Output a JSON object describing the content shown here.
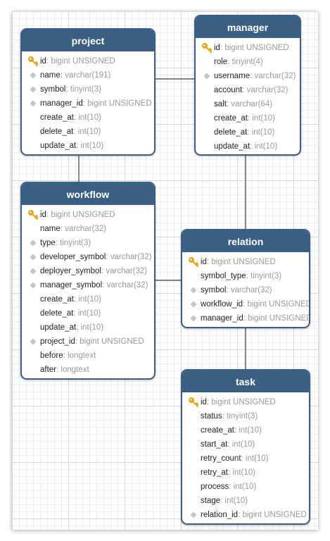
{
  "tables": [
    {
      "id": "project",
      "name": "project",
      "fields": [
        {
          "name": "id",
          "type": "bigint UNSIGNED",
          "icon": "key-icon"
        },
        {
          "name": "name",
          "type": "varchar(191)",
          "icon": "diamond-icon"
        },
        {
          "name": "symbol",
          "type": "tinyint(3)",
          "icon": "diamond-icon"
        },
        {
          "name": "manager_id",
          "type": "bigint UNSIGNED",
          "icon": "diamond-icon"
        },
        {
          "name": "create_at",
          "type": "int(10)",
          "icon": ""
        },
        {
          "name": "delete_at",
          "type": "int(10)",
          "icon": ""
        },
        {
          "name": "update_at",
          "type": "int(10)",
          "icon": ""
        }
      ]
    },
    {
      "id": "manager",
      "name": "manager",
      "fields": [
        {
          "name": "id",
          "type": "bigint UNSIGNED",
          "icon": "key-icon"
        },
        {
          "name": "role",
          "type": "tinyint(4)",
          "icon": ""
        },
        {
          "name": "username",
          "type": "varchar(32)",
          "icon": "diamond-icon"
        },
        {
          "name": "account",
          "type": "varchar(32)",
          "icon": ""
        },
        {
          "name": "salt",
          "type": "varchar(64)",
          "icon": ""
        },
        {
          "name": "create_at",
          "type": "int(10)",
          "icon": ""
        },
        {
          "name": "delete_at",
          "type": "int(10)",
          "icon": ""
        },
        {
          "name": "update_at",
          "type": "int(10)",
          "icon": ""
        }
      ]
    },
    {
      "id": "workflow",
      "name": "workflow",
      "fields": [
        {
          "name": "id",
          "type": "bigint UNSIGNED",
          "icon": "key-icon"
        },
        {
          "name": "name",
          "type": "varchar(32)",
          "icon": ""
        },
        {
          "name": "type",
          "type": "tinyint(3)",
          "icon": "diamond-icon"
        },
        {
          "name": "developer_symbol",
          "type": "varchar(32)",
          "icon": "diamond-icon"
        },
        {
          "name": "deployer_symbol",
          "type": "varchar(32)",
          "icon": "diamond-icon"
        },
        {
          "name": "manager_symbol",
          "type": "varchar(32)",
          "icon": "diamond-icon"
        },
        {
          "name": "create_at",
          "type": "int(10)",
          "icon": ""
        },
        {
          "name": "delete_at",
          "type": "int(10)",
          "icon": ""
        },
        {
          "name": "update_at",
          "type": "int(10)",
          "icon": ""
        },
        {
          "name": "project_id",
          "type": "bigint UNSIGNED",
          "icon": "diamond-icon"
        },
        {
          "name": "before",
          "type": "longtext",
          "icon": ""
        },
        {
          "name": "after",
          "type": "longtext",
          "icon": ""
        }
      ]
    },
    {
      "id": "relation",
      "name": "relation",
      "fields": [
        {
          "name": "id",
          "type": "bigint UNSIGNED",
          "icon": "key-icon"
        },
        {
          "name": "symbol_type",
          "type": "tinyint(3)",
          "icon": ""
        },
        {
          "name": "symbol",
          "type": "varchar(32)",
          "icon": "diamond-icon"
        },
        {
          "name": "workflow_id",
          "type": "bigint UNSIGNED",
          "icon": "diamond-icon"
        },
        {
          "name": "manager_id",
          "type": "bigint UNSIGNED",
          "icon": "diamond-icon"
        }
      ]
    },
    {
      "id": "task",
      "name": "task",
      "fields": [
        {
          "name": "id",
          "type": "bigint UNSIGNED",
          "icon": "key-icon"
        },
        {
          "name": "status",
          "type": "tinyint(3)",
          "icon": ""
        },
        {
          "name": "create_at",
          "type": "int(10)",
          "icon": ""
        },
        {
          "name": "start_at",
          "type": "int(10)",
          "icon": ""
        },
        {
          "name": "retry_count",
          "type": "int(10)",
          "icon": ""
        },
        {
          "name": "retry_at",
          "type": "int(10)",
          "icon": ""
        },
        {
          "name": "process",
          "type": "int(10)",
          "icon": ""
        },
        {
          "name": "stage",
          "type": "int(10)",
          "icon": ""
        },
        {
          "name": "relation_id",
          "type": "bigint UNSIGNED",
          "icon": "diamond-icon"
        }
      ]
    }
  ],
  "links": [
    {
      "from": "project",
      "to": "manager"
    },
    {
      "from": "project",
      "to": "workflow"
    },
    {
      "from": "manager",
      "to": "relation"
    },
    {
      "from": "workflow",
      "to": "relation"
    },
    {
      "from": "relation",
      "to": "task"
    }
  ],
  "colors": {
    "header": "#3b5f82",
    "key": "#e8a51c",
    "diamond": "#bbbbbb",
    "type_text": "#999999"
  }
}
